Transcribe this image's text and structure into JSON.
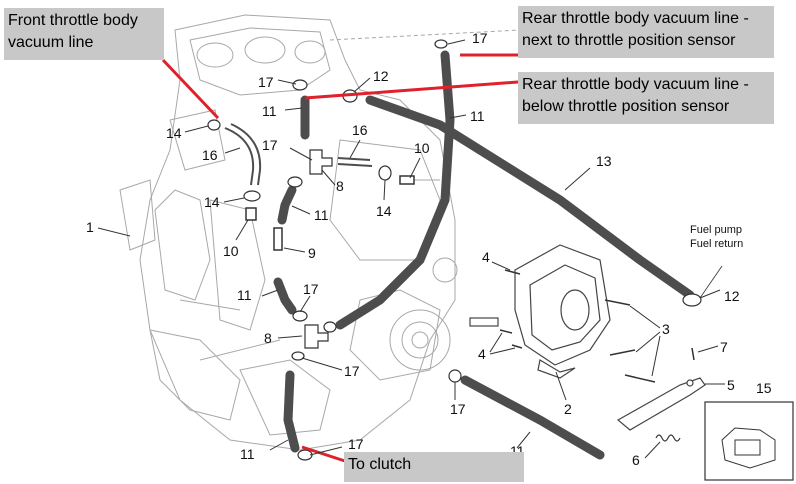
{
  "callouts": {
    "front": "Front throttle body\nvacuum line",
    "rear_next": "Rear throttle body vacuum line -\nnext to throttle position sensor",
    "rear_below": "Rear throttle body vacuum line -\nbelow throttle position sensor",
    "clutch": "To clutch"
  },
  "labels": {
    "fuel_pump": "Fuel pump",
    "fuel_return": "Fuel return"
  },
  "part_numbers": [
    {
      "id": "n17a",
      "text": "17"
    },
    {
      "id": "n17b",
      "text": "17"
    },
    {
      "id": "n12a",
      "text": "12"
    },
    {
      "id": "n11a",
      "text": "11"
    },
    {
      "id": "n11b",
      "text": "11"
    },
    {
      "id": "n14a",
      "text": "14"
    },
    {
      "id": "n16a",
      "text": "16"
    },
    {
      "id": "n17c",
      "text": "17"
    },
    {
      "id": "n16b",
      "text": "16"
    },
    {
      "id": "n10a",
      "text": "10"
    },
    {
      "id": "n13",
      "text": "13"
    },
    {
      "id": "n8a",
      "text": "8"
    },
    {
      "id": "n14b",
      "text": "14"
    },
    {
      "id": "n11c",
      "text": "11"
    },
    {
      "id": "n14c",
      "text": "14"
    },
    {
      "id": "n1",
      "text": "1"
    },
    {
      "id": "n10b",
      "text": "10"
    },
    {
      "id": "n9",
      "text": "9"
    },
    {
      "id": "n4a",
      "text": "4"
    },
    {
      "id": "n11d",
      "text": "11"
    },
    {
      "id": "n17d",
      "text": "17"
    },
    {
      "id": "n12b",
      "text": "12"
    },
    {
      "id": "n3",
      "text": "3"
    },
    {
      "id": "n8b",
      "text": "8"
    },
    {
      "id": "n4b",
      "text": "4"
    },
    {
      "id": "n7",
      "text": "7"
    },
    {
      "id": "n17e",
      "text": "17"
    },
    {
      "id": "n5",
      "text": "5"
    },
    {
      "id": "n17f",
      "text": "17"
    },
    {
      "id": "n2",
      "text": "2"
    },
    {
      "id": "n15",
      "text": "15"
    },
    {
      "id": "n11e",
      "text": "11"
    },
    {
      "id": "n17g",
      "text": "17"
    },
    {
      "id": "n11f",
      "text": "11"
    },
    {
      "id": "n6",
      "text": "6"
    }
  ],
  "colors": {
    "callout_bg": "#c8c8c8",
    "pointer": "#e0202a",
    "hose": "#505050",
    "engine_line": "#9a9a9a"
  }
}
